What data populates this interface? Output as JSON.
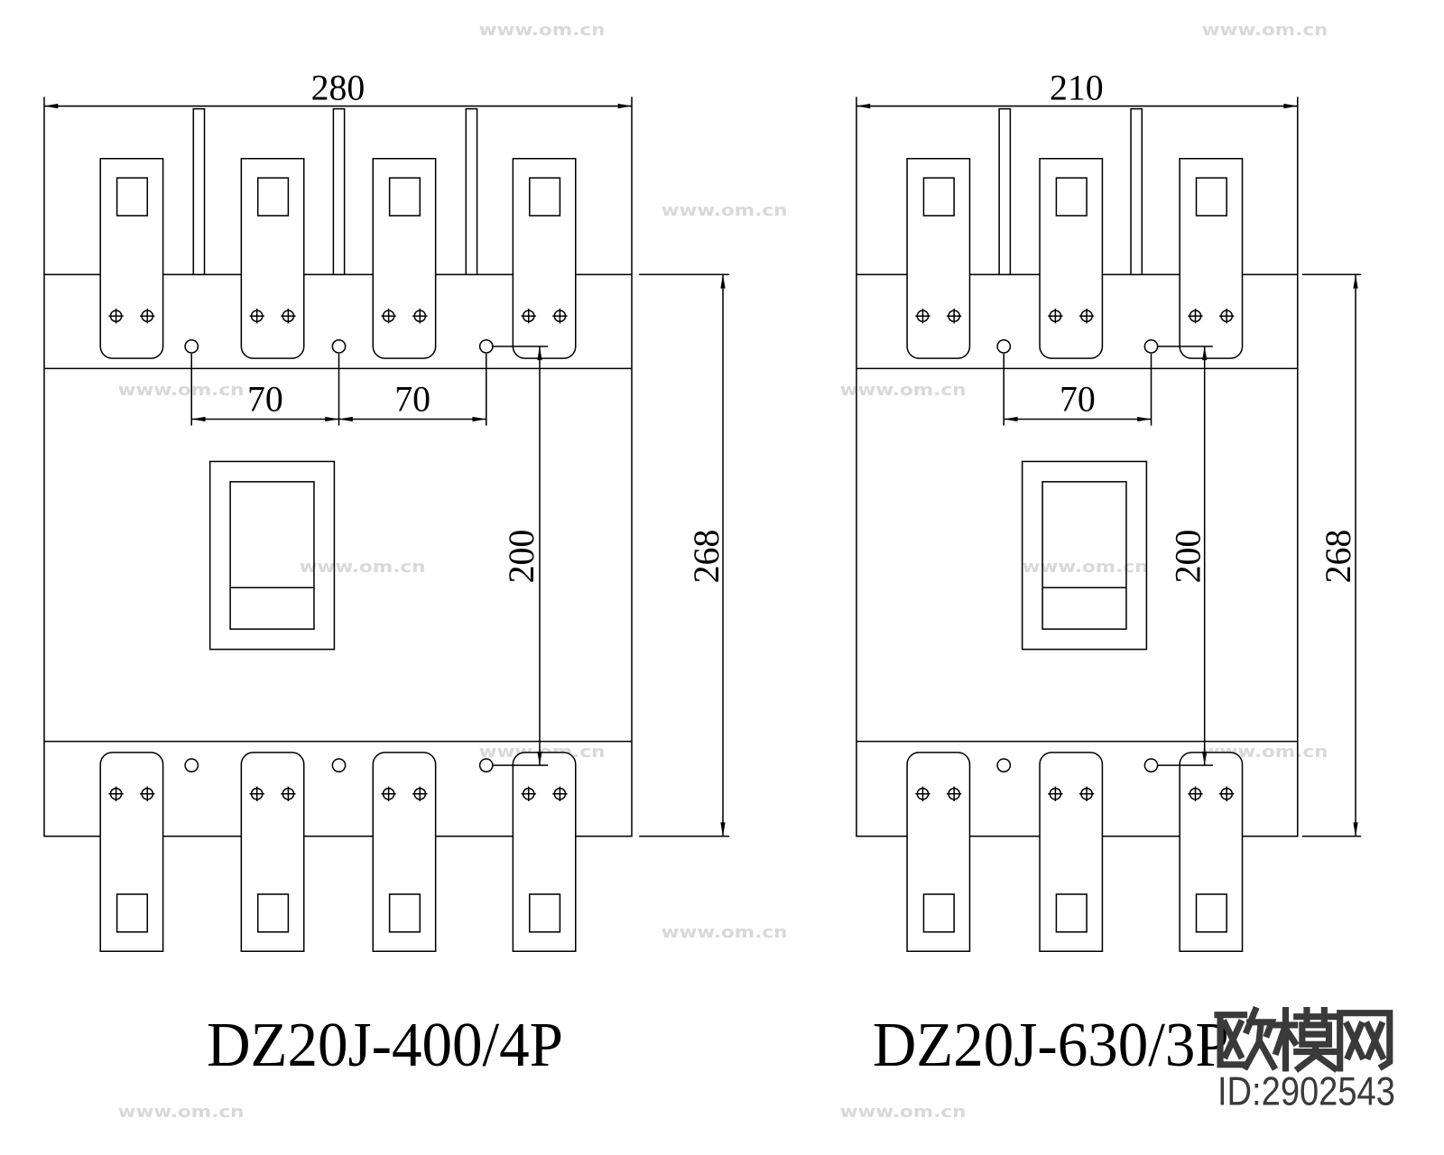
{
  "drawings": [
    {
      "model": "DZ20J-400/4P",
      "dims": {
        "width": "280",
        "pole_pitch": [
          "70",
          "70"
        ],
        "mount_height": "200",
        "height": "268"
      }
    },
    {
      "model": "DZ20J-630/3P",
      "dims": {
        "width": "210",
        "pole_pitch": [
          "70"
        ],
        "mount_height": "200",
        "height": "268"
      }
    }
  ],
  "watermark": {
    "logo": "欧模网",
    "id": "ID:2902543",
    "url": "www.om.cn"
  },
  "colors": {
    "line": "#000000",
    "background": "#ffffff",
    "watermark": "#d9d9d9",
    "logo": "#3a3a3a"
  }
}
